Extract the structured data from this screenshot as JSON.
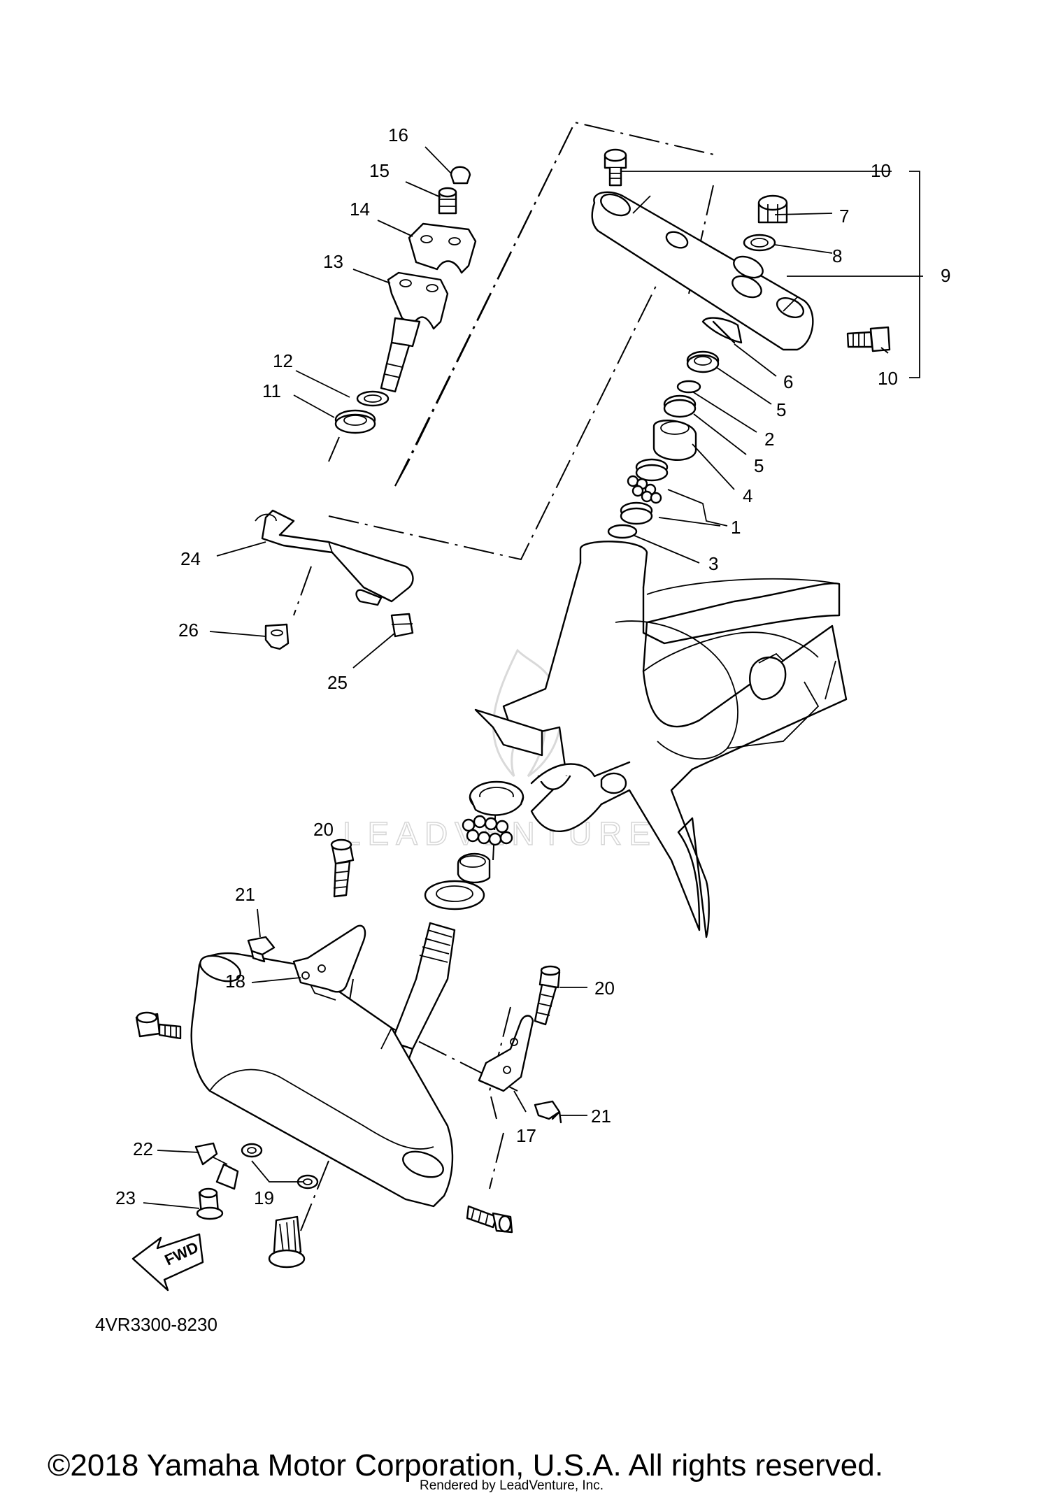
{
  "diagram": {
    "part_code": "4VR3300-8230",
    "copyright": "©2018 Yamaha Motor Corporation, U.S.A. All rights reserved.",
    "rendered_by": "Rendered by LeadVenture, Inc.",
    "watermark": "LEADVENTURE",
    "fwd_label": "FWD",
    "callouts": {
      "c1": "1",
      "c2": "2",
      "c3": "3",
      "c4": "4",
      "c5a": "5",
      "c5b": "5",
      "c6": "6",
      "c7": "7",
      "c8": "8",
      "c9": "9",
      "c10a": "10",
      "c10b": "10",
      "c11": "11",
      "c12": "12",
      "c13": "13",
      "c14": "14",
      "c15": "15",
      "c16": "16",
      "c17": "17",
      "c18": "18",
      "c19": "19",
      "c20a": "20",
      "c20b": "20",
      "c21a": "21",
      "c21b": "21",
      "c22": "22",
      "c23": "23",
      "c24": "24",
      "c25": "25",
      "c26": "26"
    }
  }
}
